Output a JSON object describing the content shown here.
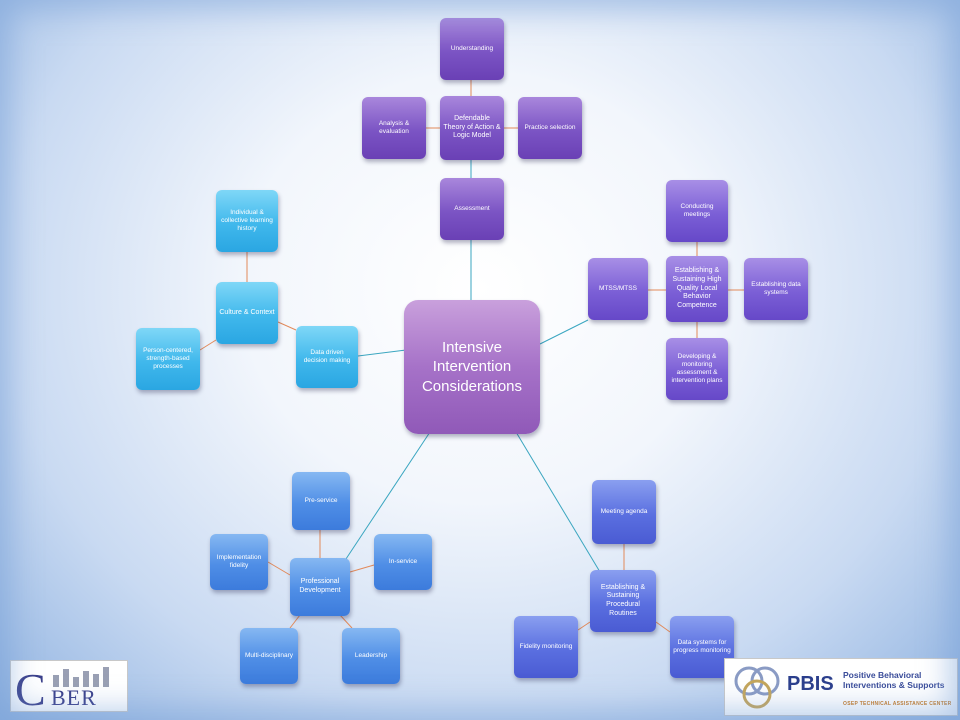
{
  "center": "Intensive Intervention Considerations",
  "clusters": {
    "top": {
      "hub": "Defendable Theory of Action & Logic Model",
      "understanding": "Understanding",
      "analysis": "Analysis & evaluation",
      "practice": "Practice selection",
      "assessment": "Assessment"
    },
    "left": {
      "hub": "Culture & Context",
      "history": "Individual & collective learning history",
      "person": "Person-centered, strength-based processes",
      "data": "Data driven decision making"
    },
    "right": {
      "hub": "Establishing & Sustaining High Quality Local Behavior Competence",
      "meetings": "Conducting meetings",
      "mtss": "MTSS/MTSS",
      "systems": "Establishing data systems",
      "plans": "Developing & monitoring assessment & intervention plans"
    },
    "bottom_left": {
      "hub": "Professional Development",
      "preservice": "Pre-service",
      "inservice": "In-service",
      "fidelity": "Implementation fidelity",
      "multi": "Multi-disciplinary",
      "leadership": "Leadership"
    },
    "bottom_right": {
      "hub": "Establishing & Sustaining Procedural Routines",
      "agenda": "Meeting agenda",
      "fidelity": "Fidelity monitoring",
      "progress": "Data systems for progress monitoring"
    }
  },
  "logos": {
    "cber_initial": "C",
    "cber_rest": "BER",
    "pbis_word": "PBIS",
    "pbis_line1": "Positive Behavioral",
    "pbis_line2": "Interventions & Supports",
    "pbis_osep": "OSEP TECHNICAL ASSISTANCE CENTER"
  },
  "colors": {
    "center": "#a672c8",
    "purple": "#7b54c4",
    "blue": "#5a6fe0",
    "cyan": "#40b8ec",
    "azure": "#4f8ee6",
    "link_main": "#3aa6c0",
    "link_spoke": "#e28a5a"
  }
}
